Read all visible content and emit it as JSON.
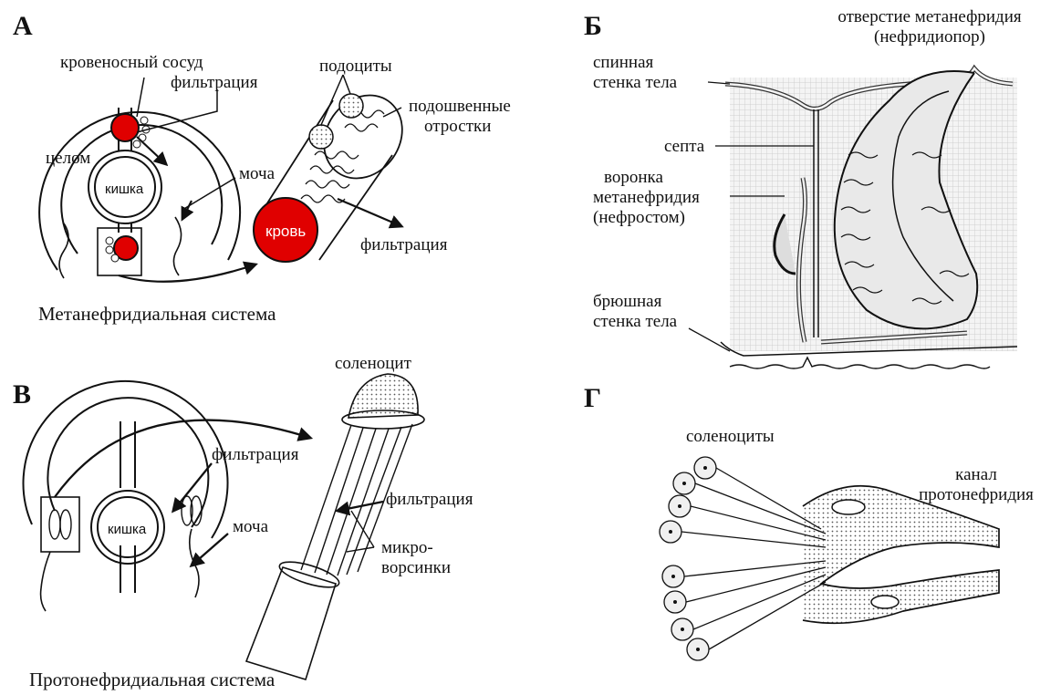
{
  "colors": {
    "blood": "#e00000",
    "ink": "#111111",
    "tissue_fill": "#e6e6e6"
  },
  "panels": {
    "a": {
      "letter": "А",
      "caption": "Метанефридиальная система",
      "labels": {
        "blood_vessel": "кровеносный сосуд",
        "filtration_top": "фильтрация",
        "coelom": "целом",
        "gut": "кишка",
        "urine": "моча",
        "podocytes": "подоциты",
        "foot_processes_1": "подошвенные",
        "foot_processes_2": "отростки",
        "blood": "кровь",
        "filtration_bottom": "фильтрация"
      }
    },
    "b": {
      "letter": "Б",
      "labels": {
        "pore_1": "отверстие метанефридия",
        "pore_2": "(нефридиопор)",
        "dorsal_1": "спинная",
        "dorsal_2": "стенка тела",
        "septum": "септа",
        "funnel_1": "воронка",
        "funnel_2": "метанефридия",
        "funnel_3": "(нефростом)",
        "ventral_1": "брюшная",
        "ventral_2": "стенка тела"
      }
    },
    "v": {
      "letter": "В",
      "caption": "Протонефридиальная система",
      "labels": {
        "solenocyte": "соленоцит",
        "filtration_left": "фильтрация",
        "gut": "кишка",
        "urine": "моча",
        "filtration_right": "фильтрация",
        "microvilli_1": "микро-",
        "microvilli_2": "ворсинки"
      }
    },
    "g": {
      "letter": "Г",
      "labels": {
        "solenocytes": "соленоциты",
        "canal_1": "канал",
        "canal_2": "протонефридия"
      }
    }
  }
}
